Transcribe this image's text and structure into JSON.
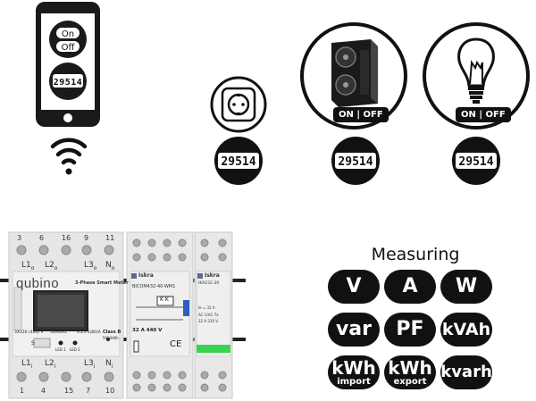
{
  "phone": {
    "on_label": "On",
    "off_label": "Off",
    "counter_digits": "29514"
  },
  "socket": {
    "counter_digits": "29514"
  },
  "heatpump": {
    "state_label": "ON | OFF",
    "counter_digits": "29514"
  },
  "bulb": {
    "state_label": "ON | OFF",
    "counter_digits": "29514"
  },
  "meter": {
    "brand": "qubino",
    "product": "3-Phase Smart Meter",
    "top_terminals": [
      "3",
      "6",
      "16",
      "9",
      "11"
    ],
    "top_phases": [
      "L1",
      "L2",
      "L3",
      "N"
    ],
    "top_phase_subs": [
      "o",
      "o",
      "o",
      "o"
    ],
    "bottom_terminals": [
      "1",
      "4",
      "15",
      "7",
      "10"
    ],
    "bottom_phases": [
      "L1",
      "L2",
      "L3",
      "N"
    ],
    "bottom_phase_subs": [
      "i",
      "i",
      "i",
      "i"
    ],
    "spec_1": "3X230 (400) V",
    "spec_2": "50/60Hz",
    "spec_3": "0.25-5(80)A",
    "class": "Class B",
    "rate": "500/kWh",
    "led1": "LED 1",
    "led2": "LED 2",
    "s_label": "S"
  },
  "relay_module": {
    "brand": "Iskra",
    "model": "BICOM432-40-WM1",
    "rating": "32 A 440 V",
    "relay_label": "K K"
  },
  "contactor": {
    "brand": "Iskra",
    "model": "IKA232-20",
    "spec_1": "Ie = 32 A",
    "spec_2": "AC-1/AC-7a",
    "spec_3": "32 A 230 V"
  },
  "measuring": {
    "title": "Measuring",
    "units": [
      {
        "main": "V",
        "sub": ""
      },
      {
        "main": "A",
        "sub": ""
      },
      {
        "main": "W",
        "sub": ""
      },
      {
        "main": "var",
        "sub": ""
      },
      {
        "main": "PF",
        "sub": ""
      },
      {
        "main": "kVAh",
        "sub": ""
      },
      {
        "main": "kWh",
        "sub": "import"
      },
      {
        "main": "kWh",
        "sub": "export"
      },
      {
        "main": "kvarh",
        "sub": ""
      }
    ]
  }
}
